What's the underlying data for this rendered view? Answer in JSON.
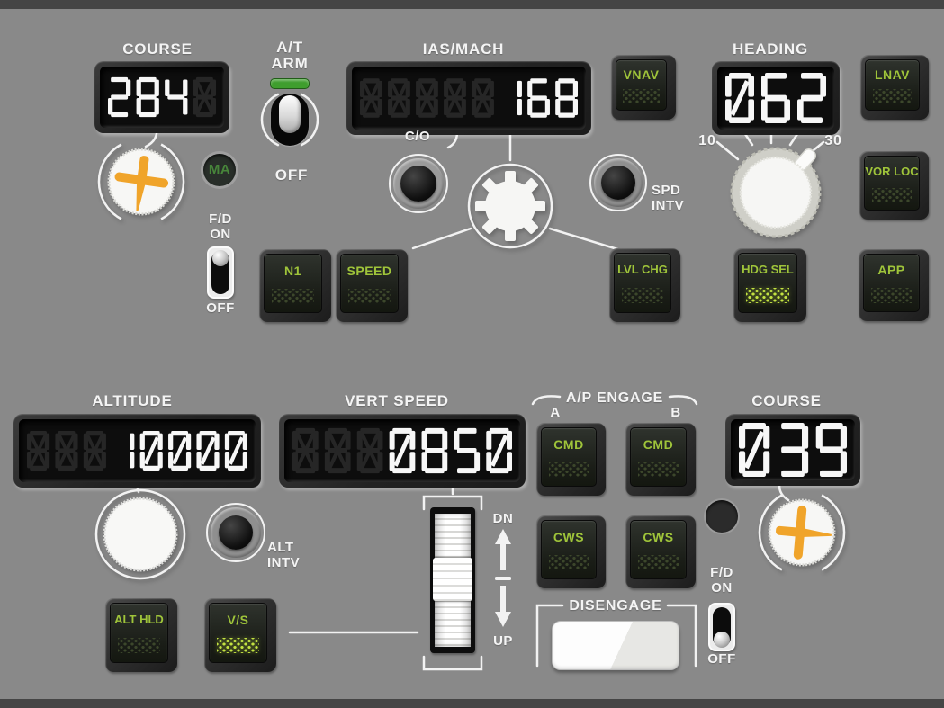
{
  "colors": {
    "panel_bg": "#898989",
    "edge_strip": "#454545",
    "button_label_green": "#9fc43a",
    "lit_dots": "#c3e342",
    "unlit_dots": "#3c472b",
    "digit": "#f7f7f7",
    "ghost_segment": "#262626",
    "at_arm_light": "#3f9e2e",
    "knob_pointer_orange": "#f0a42a"
  },
  "labels": {
    "course_left": "COURSE",
    "at_line1": "A/T",
    "at_line2": "ARM",
    "at_off": "OFF",
    "ias": "IAS/MACH",
    "co": "C/O",
    "spd_intv_1": "SPD",
    "spd_intv_2": "INTV",
    "heading": "HEADING",
    "bank_left": "10",
    "bank_right": "30",
    "fd_left_1": "F/D",
    "fd_left_on": "ON",
    "fd_left_off": "OFF",
    "altitude": "ALTITUDE",
    "alt_intv_1": "ALT",
    "alt_intv_2": "INTV",
    "vert_speed": "VERT SPEED",
    "vs_dn": "DN",
    "vs_up": "UP",
    "ap_engage": "A/P ENGAGE",
    "ap_a": "A",
    "ap_b": "B",
    "disengage": "DISENGAGE",
    "fd_right_1": "F/D",
    "fd_right_on": "ON",
    "fd_right_off": "OFF",
    "course_right": "COURSE",
    "ma_left": "MA",
    "ma_right": ""
  },
  "displays": {
    "course_left": {
      "value": "284",
      "ghost_before": 0,
      "ghost_after": 1
    },
    "ias_mach": {
      "value": "168",
      "ghost_before": 5,
      "ghost_after": 0
    },
    "heading": {
      "value": "062",
      "ghost_before": 0,
      "ghost_after": 0
    },
    "altitude": {
      "value": "10000",
      "ghost_before": 3,
      "ghost_after": 0
    },
    "vert_speed": {
      "value": "0850",
      "ghost_before": 3,
      "ghost_after": 0
    },
    "course_right": {
      "value": "039",
      "ghost_before": 0,
      "ghost_after": 0
    }
  },
  "buttons": {
    "vnav": {
      "label": "VNAV",
      "lit": false
    },
    "lnav": {
      "label": "LNAV",
      "lit": false
    },
    "vor_loc": {
      "label": "VOR LOC",
      "lit": false
    },
    "n1": {
      "label": "N1",
      "lit": false
    },
    "speed": {
      "label": "SPEED",
      "lit": false
    },
    "lvl_chg": {
      "label": "LVL CHG",
      "lit": false
    },
    "hdg_sel": {
      "label": "HDG SEL",
      "lit": true
    },
    "app": {
      "label": "APP",
      "lit": false
    },
    "cmd_a": {
      "label": "CMD",
      "lit": false
    },
    "cmd_b": {
      "label": "CMD",
      "lit": false
    },
    "cws_a": {
      "label": "CWS",
      "lit": false
    },
    "cws_b": {
      "label": "CWS",
      "lit": false
    },
    "alt_hld": {
      "label": "ALT HLD",
      "lit": false
    },
    "vs": {
      "label": "V/S",
      "lit": true
    }
  },
  "switches": {
    "at_arm": "up",
    "fd_left": "on",
    "fd_right": "off"
  }
}
